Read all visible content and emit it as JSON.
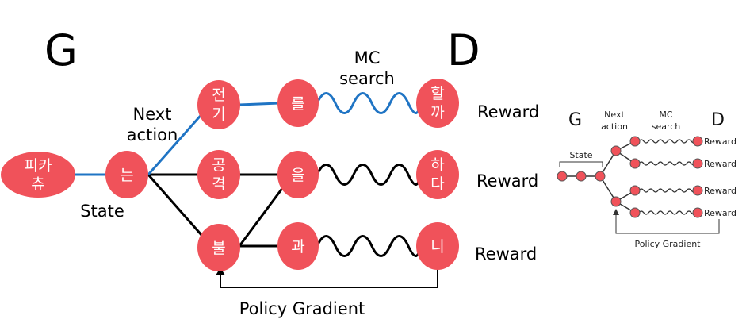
{
  "main_diagram": {
    "generator_label": "G",
    "discriminator_label": "D",
    "mc_search_label_line1": "MC",
    "mc_search_label_line2": "search",
    "next_action_line1": "Next",
    "next_action_line2": "action",
    "state_label": "State",
    "policy_gradient_label": "Policy  Gradient",
    "rewards": [
      "Reward",
      "Reward",
      "Reward"
    ],
    "nodes": {
      "pikachu": [
        "피카",
        "츄"
      ],
      "neun": [
        "는"
      ],
      "jeongi": [
        "전",
        "기"
      ],
      "gonggyeok": [
        "공",
        "격"
      ],
      "bul": [
        "불"
      ],
      "reul": [
        "를"
      ],
      "eul": [
        "을"
      ],
      "gwa": [
        "과"
      ],
      "halkka": [
        "할",
        "까"
      ],
      "hada": [
        "하",
        "다"
      ],
      "ni": [
        "니"
      ]
    }
  },
  "reference_diagram": {
    "generator_label": "G",
    "discriminator_label": "D",
    "next_action_line1": "Next",
    "next_action_line2": "action",
    "mc_search_line1": "MC",
    "mc_search_line2": "search",
    "state_label": "State",
    "policy_gradient_label": "Policy Gradient",
    "rewards": [
      "Reward",
      "Reward",
      "Reward",
      "Reward"
    ]
  },
  "colors": {
    "node_fill": "#f0525a",
    "highlight_path": "#1f74c4",
    "edge": "#000000",
    "small_node_fill": "#f0525a"
  }
}
